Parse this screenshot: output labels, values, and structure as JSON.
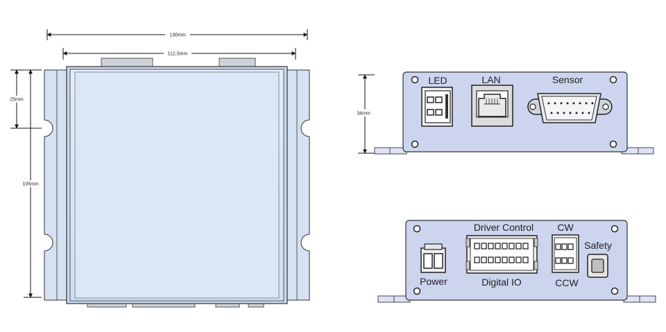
{
  "dimensions": {
    "overall_width": "130mm",
    "inner_width": "112,5mm",
    "slot_spacing": "25mm",
    "overall_length": "105mm",
    "height": "34mm"
  },
  "front_panel": {
    "led_label": "LED",
    "lan_label": "LAN",
    "sensor_label": "Sensor"
  },
  "rear_panel": {
    "driver_control_label": "Driver Control",
    "digital_io_label": "Digital IO",
    "cw_label": "CW",
    "ccw_label": "CCW",
    "safety_label": "Safety",
    "power_label": "Power"
  },
  "colors": {
    "body_fill": "#d9e6f6",
    "panel_fill": "#ccd4ee",
    "outline": "#333333"
  }
}
